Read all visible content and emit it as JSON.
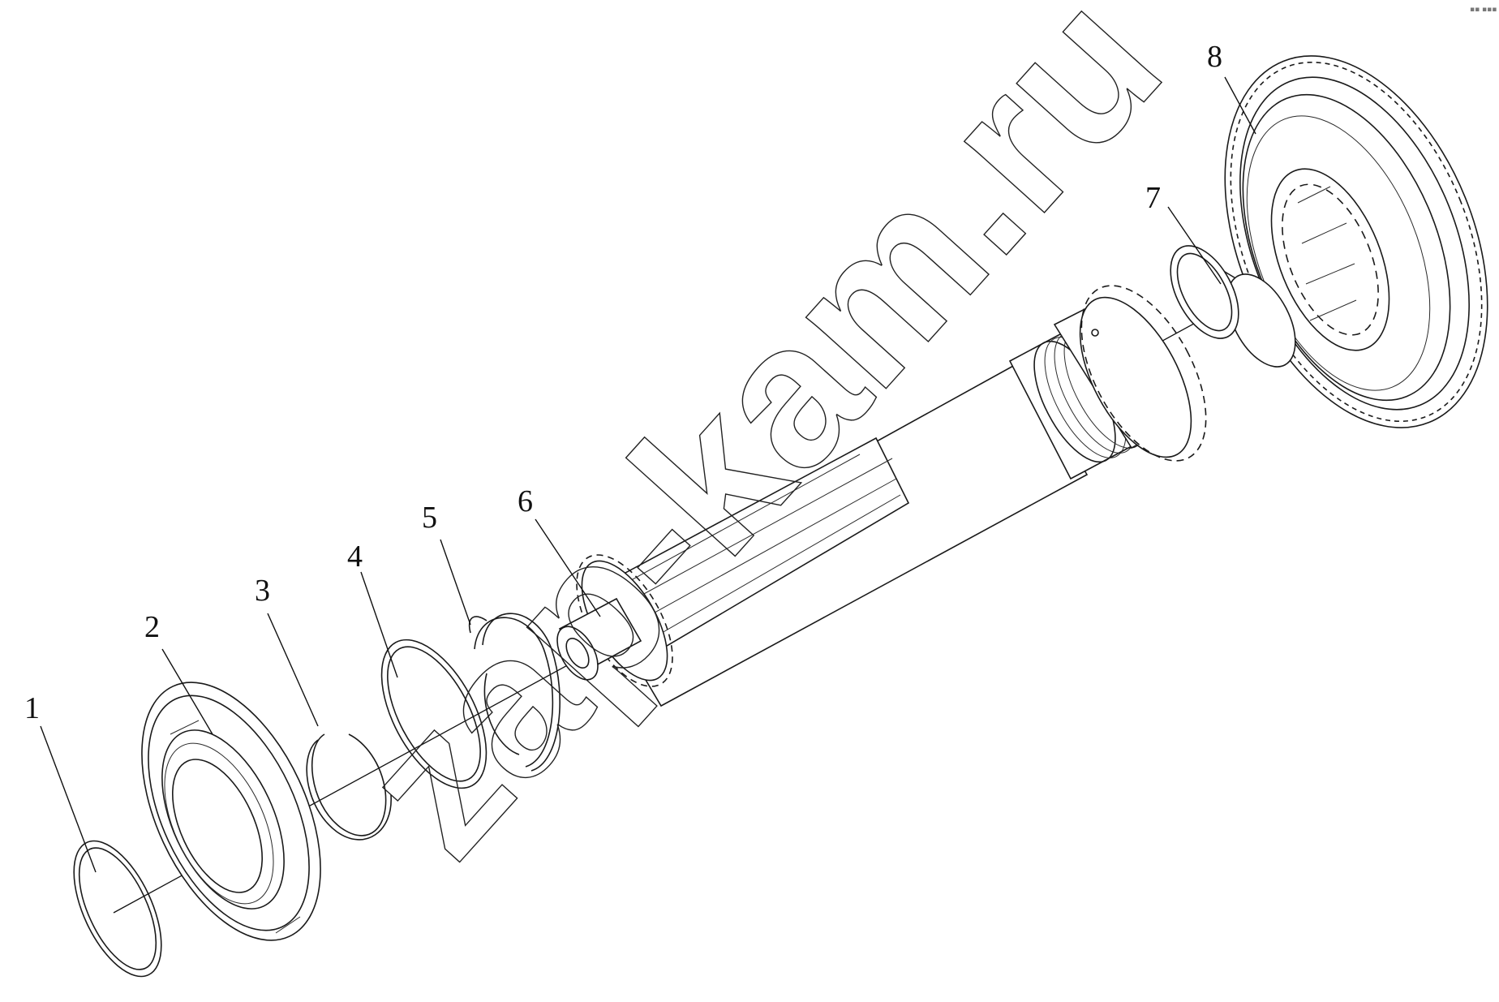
{
  "watermark": {
    "text": "zap-kam.ru"
  },
  "callouts": [
    {
      "id": "1",
      "label": "1"
    },
    {
      "id": "2",
      "label": "2"
    },
    {
      "id": "3",
      "label": "3"
    },
    {
      "id": "4",
      "label": "4"
    },
    {
      "id": "5",
      "label": "5"
    },
    {
      "id": "6",
      "label": "6"
    },
    {
      "id": "7",
      "label": "7"
    },
    {
      "id": "8",
      "label": "8"
    }
  ],
  "corner_mark": "▪▪ ▪▪▪",
  "colors": {
    "line": "#1a1a1a",
    "background": "#ffffff"
  }
}
